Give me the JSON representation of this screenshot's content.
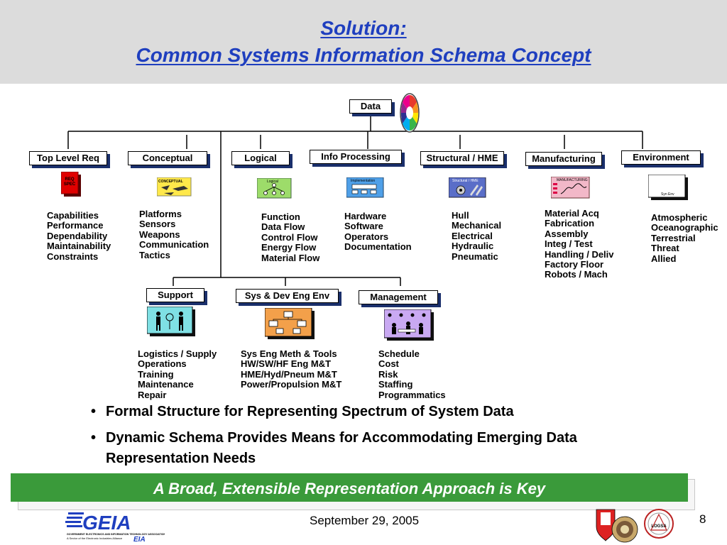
{
  "title": {
    "line1": "Solution:",
    "line2": "Common Systems Information Schema Concept"
  },
  "root": {
    "label": "Data"
  },
  "row1": [
    {
      "key": "top-level-req",
      "label": "Top Level Req",
      "icon_text": "REQ\nSPEC",
      "items": [
        "Capabilities",
        "Performance",
        "Dependability",
        "Maintainability",
        "Constraints"
      ]
    },
    {
      "key": "conceptual",
      "label": "Conceptual",
      "icon_text": "CONCEPTUAL",
      "items": [
        "Platforms",
        "Sensors",
        "Weapons",
        "Communication",
        "Tactics"
      ]
    },
    {
      "key": "logical",
      "label": "Logical",
      "icon_text": "Logical",
      "items": [
        "Function",
        "Data Flow",
        "Control Flow",
        "Energy Flow",
        "Material Flow"
      ]
    },
    {
      "key": "info-processing",
      "label": "Info Processing",
      "icon_text": "Implementation",
      "items": [
        "Hardware",
        "Software",
        "Operators",
        "Documentation"
      ]
    },
    {
      "key": "structural-hme",
      "label": "Structural / HME",
      "icon_text": "Structural / HME",
      "items": [
        "Hull",
        "Mechanical",
        "Electrical",
        "Hydraulic",
        "Pneumatic"
      ]
    },
    {
      "key": "manufacturing",
      "label": "Manufacturing",
      "icon_text": "MANUFACTURING",
      "items": [
        "Material Acq",
        "Fabrication",
        "Assembly",
        "Integ / Test",
        "Handling / Deliv",
        "Factory Floor",
        "Robots / Mach"
      ]
    },
    {
      "key": "environment",
      "label": "Environment",
      "icon_text": "Syn Env",
      "items": [
        "Atmospheric",
        "Oceanographic",
        "Terrestrial",
        "Threat",
        "Allied"
      ]
    }
  ],
  "row2": [
    {
      "key": "support",
      "label": "Support",
      "items": [
        "Logistics / Supply",
        "Operations",
        "Training",
        "Maintenance",
        "Repair"
      ]
    },
    {
      "key": "sys-dev-eng-env",
      "label": "Sys & Dev Eng Env",
      "items": [
        "Sys Eng Meth & Tools",
        "HW/SW/HF Eng M&T",
        "HME/Hyd/Pneum M&T",
        "Power/Propulsion M&T"
      ]
    },
    {
      "key": "management",
      "label": "Management",
      "items": [
        "Schedule",
        "Cost",
        "Risk",
        "Staffing",
        "Programmatics"
      ]
    }
  ],
  "bullets": [
    "Formal Structure for Representing Spectrum of System Data",
    "Dynamic Schema Provides Means for Accommodating Emerging Data Representation Needs"
  ],
  "banner": "A Broad, Extensible Representation Approach is Key",
  "footer": {
    "date": "September 29, 2005",
    "page": "8",
    "logo_text": "GEIA",
    "logo_subtext": "GOVERNMENT ELECTRONICS AND INFORMATION TECHNOLOGY ASSOCIATION\nA Sector of the Electronic Industries Alliance",
    "logo_eia": "EIA",
    "seal_right": "LOGSA"
  },
  "colors": {
    "title": "#1f3fbf",
    "banner": "#3a9a3a",
    "box_shadow": "#1a2f6b",
    "wheel": [
      "#e8392b",
      "#f7941d",
      "#ffe600",
      "#39b54a",
      "#00aeef",
      "#2e3192",
      "#92278f",
      "#ec008c"
    ]
  }
}
